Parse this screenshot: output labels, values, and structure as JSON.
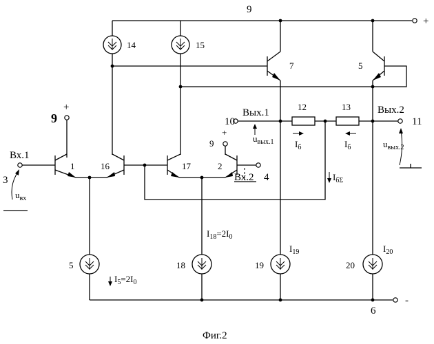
{
  "caption": "Фиг.2",
  "nodes": {
    "n9_top": "9",
    "n9_left": "9",
    "n9_mid": "9",
    "n10": "10",
    "n11": "11",
    "n3": "3",
    "n4": "4",
    "n6": "6"
  },
  "supply": {
    "plus": "+",
    "minus": "-",
    "plus_left": "+",
    "plus_mid": "+"
  },
  "transistors": {
    "t1": "1",
    "t16": "16",
    "t17": "17",
    "t2": "2",
    "t7": "7",
    "t5": "5"
  },
  "current_sources": {
    "cs14": "14",
    "cs15": "15",
    "cs5": "5",
    "cs18": "18",
    "cs19": "19",
    "cs20": "20"
  },
  "resistors": {
    "r12": "12",
    "r13": "13"
  },
  "labels": {
    "vx1": "Вх.1",
    "vx2": "Вх.2",
    "vyx1": "Вых.1",
    "vyx2": "Вых.2",
    "u_in_main": "u",
    "u_in_sub": "вх",
    "u_out1_main": "u",
    "u_out1_sub": "вых.1",
    "u_out2_main": "u",
    "u_out2_sub": "вых.2",
    "ib_left_main": "I",
    "ib_left_sub": "б",
    "ib_right_main": "I",
    "ib_right_sub": "б",
    "ibsum_main": "I",
    "ibsum_sub": "бΣ",
    "i5_main": "I",
    "i5_sub": "5",
    "i5_eq": "=2I",
    "i5_eq_sub": "0",
    "i18_main": "I",
    "i18_sub": "18",
    "i18_eq": "=2I",
    "i18_eq_sub": "0",
    "i19_main": "I",
    "i19_sub": "19",
    "i20_main": "I",
    "i20_sub": "20"
  }
}
